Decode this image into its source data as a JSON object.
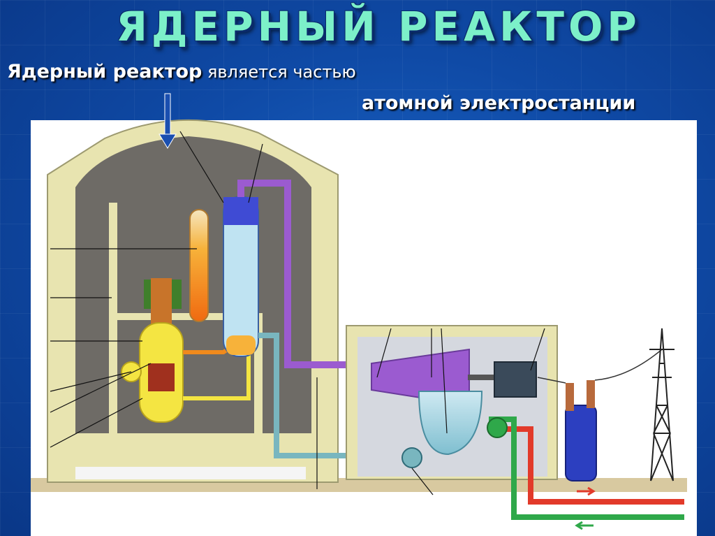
{
  "title": "ЯДЕРНЫЙ РЕАКТОР",
  "subtitle": {
    "bold_part": "Ядерный реактор",
    "regular_part": " является частью",
    "second_line": "атомной электростанции"
  },
  "colors": {
    "background": "#1258b8",
    "title": "#7cf0c9",
    "steam_pipe": "#9b5bd0",
    "water_pipe": "#79b6bf",
    "hot_water": "#e23a2a",
    "cold_water": "#2fa84a",
    "reactor": "#f4e542",
    "transformer": "#2c3fc0"
  }
}
